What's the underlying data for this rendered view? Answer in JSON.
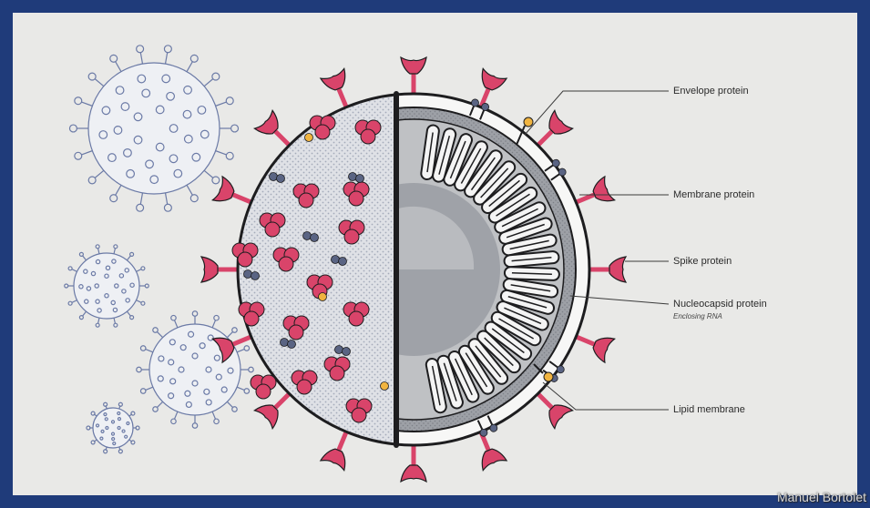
{
  "labels": {
    "envelope": "Envelope protein",
    "membrane": "Membrane protein",
    "spike": "Spike protein",
    "nucleocapsid": "Nucleocapsid protein",
    "nucleocapsid_sub": "Enclosing RNA",
    "lipid": "Lipid membrane"
  },
  "credit": "Manuel Bortolet",
  "colors": {
    "spike": "#d9446a",
    "spike_dark": "#1d1d1f",
    "membrane_dot": "#5a6483",
    "envelope_dot": "#f0b440",
    "outline": "#1d1d1f",
    "sketch": "#6b7aa6",
    "frame": "#1f3b7a",
    "background": "#e9e9e7"
  }
}
